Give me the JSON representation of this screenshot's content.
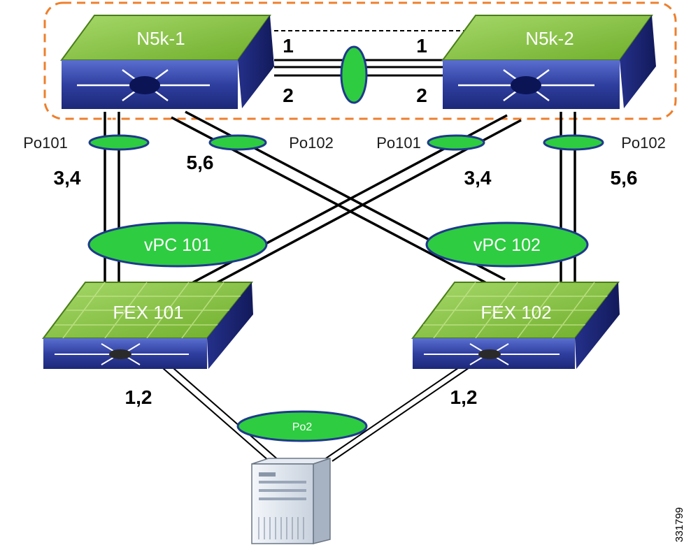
{
  "switches": {
    "n5k_1": "N5k-1",
    "n5k_2": "N5k-2",
    "fex_101": "FEX 101",
    "fex_102": "FEX 102"
  },
  "peer_link": {
    "link_1_left": "1",
    "link_1_right": "1",
    "link_2_left": "2",
    "link_2_right": "2"
  },
  "port_channels": {
    "left_po101": "Po101",
    "left_po102": "Po102",
    "right_po101": "Po101",
    "right_po102": "Po102",
    "server_po2": "Po2"
  },
  "vpcs": {
    "vpc101": "vPC 101",
    "vpc102": "vPC 102"
  },
  "interfaces": {
    "n5k1_to_fex101": "3,4",
    "n5k1_to_fex102": "5,6",
    "n5k2_to_fex101": "3,4",
    "n5k2_to_fex102": "5,6",
    "fex101_to_server": "1,2",
    "fex102_to_server": "1,2"
  },
  "figure_id": "331799",
  "colors": {
    "switch_top": "#8dc63f",
    "switch_body": "#2e3e9e",
    "oval_fill": "#2ecc40",
    "oval_stroke": "#1f3a8a",
    "vpc_domain_border": "#ee7f2d"
  }
}
